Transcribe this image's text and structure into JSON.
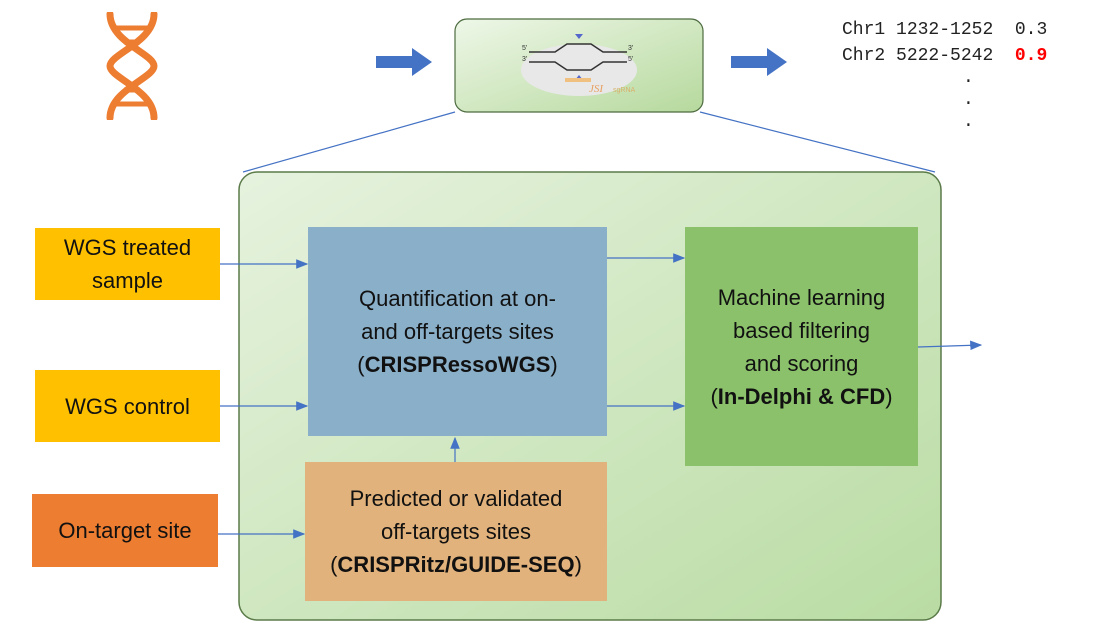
{
  "colors": {
    "dna": "#ED7D31",
    "arrow_blue": "#4472C4",
    "connector": "#4472C4",
    "panel_fill": "#d6ebc9",
    "panel_border": "#5a7a48",
    "input_yellow": "#FFC000",
    "input_orange": "#ED7D31",
    "quant_blue": "#8AAFC8",
    "ml_green": "#8BC16B",
    "pred_tan": "#E2B27C",
    "highlight_red": "#FF0000"
  },
  "icons": {
    "dna": "dna-helix-icon",
    "logo": "crispr-tool-logo"
  },
  "inputs": {
    "treated": {
      "line1": "WGS treated",
      "line2": "sample"
    },
    "control": "WGS control",
    "ontarget": "On-target site"
  },
  "quant": {
    "line1": "Quantification at on-",
    "line2": "and off-targets sites",
    "tool": "CRISPRessoWGS"
  },
  "ml": {
    "line1": "Machine learning",
    "line2": "based filtering",
    "line3": "and scoring",
    "tool": "In-Delphi & CFD"
  },
  "pred": {
    "line1": "Predicted or validated",
    "line2": "off-targets sites",
    "tool": "CRISPRitz/GUIDE-SEQ"
  },
  "logo_labels": {
    "five_prime": "5'",
    "three_prime": "3'"
  },
  "output": {
    "rows": [
      {
        "chr": "Chr1",
        "range": "1232-1252",
        "score": "0.3",
        "highlight": false
      },
      {
        "chr": "Chr2",
        "range": "5222-5242",
        "score": "0.9",
        "highlight": true
      }
    ],
    "continuation": [
      "."
    ]
  }
}
